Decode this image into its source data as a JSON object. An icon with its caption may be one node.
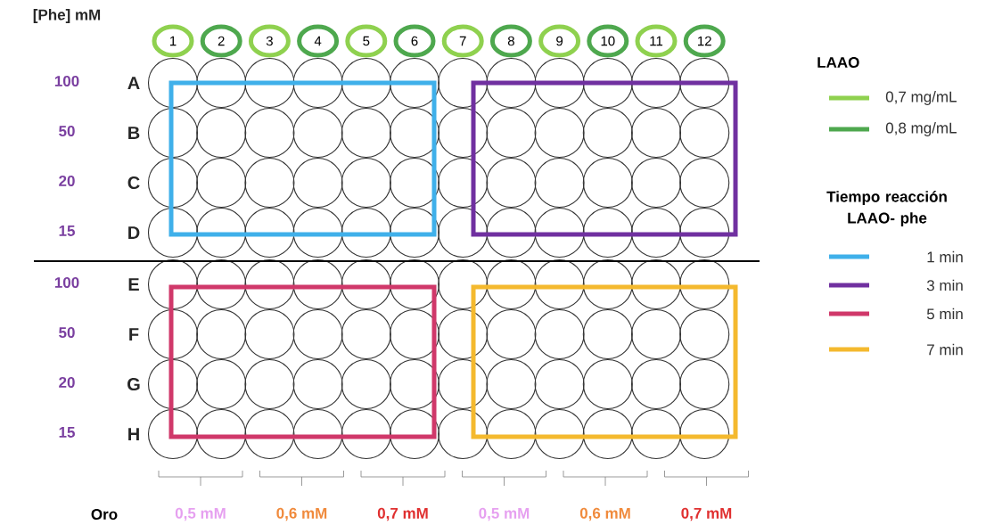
{
  "diagram": {
    "nodes": [
      {
        "text": [
          "1"
        ]
      },
      {
        "text": [
          "2"
        ]
      },
      {
        "text": [
          "3"
        ]
      },
      {
        "text": [
          "4"
        ]
      },
      {
        "text": [
          "5"
        ]
      },
      {
        "text": [
          "6"
        ]
      },
      {
        "text": [
          "7"
        ]
      },
      {
        "text": [
          "8"
        ]
      },
      {
        "text": [
          "9"
        ]
      },
      {
        "text": [
          "10"
        ]
      },
      {
        "text": [
          "11"
        ]
      },
      {
        "text": [
          "12"
        ]
      }
    ],
    "labels": [
      "[Phe] mM",
      "100",
      "A",
      "50",
      "B",
      "20",
      "C",
      "15",
      "D",
      "100",
      "E",
      "50",
      "F",
      "20",
      "G",
      "15",
      "H",
      "LAAO",
      "Tiempo reacción LAAO- phe",
      "Oro",
      "0,5 mM",
      "0,6 mM",
      "0,7 mM",
      "0,5 mM",
      "0,6 mM",
      "0,7 mM"
    ],
    "legend": [
      {
        "text": "0,7 mg/mL",
        "color": "#8fd14f"
      },
      {
        "text": "0,8 mg/mL",
        "color": "#4ea84e"
      },
      {
        "text": "1 min",
        "color": "#3fb0ea"
      },
      {
        "text": "3 min",
        "color": "#7030a0"
      },
      {
        "text": "5 min",
        "color": "#d0386a"
      },
      {
        "text": "7 min",
        "color": "#f4b92e"
      }
    ]
  }
}
